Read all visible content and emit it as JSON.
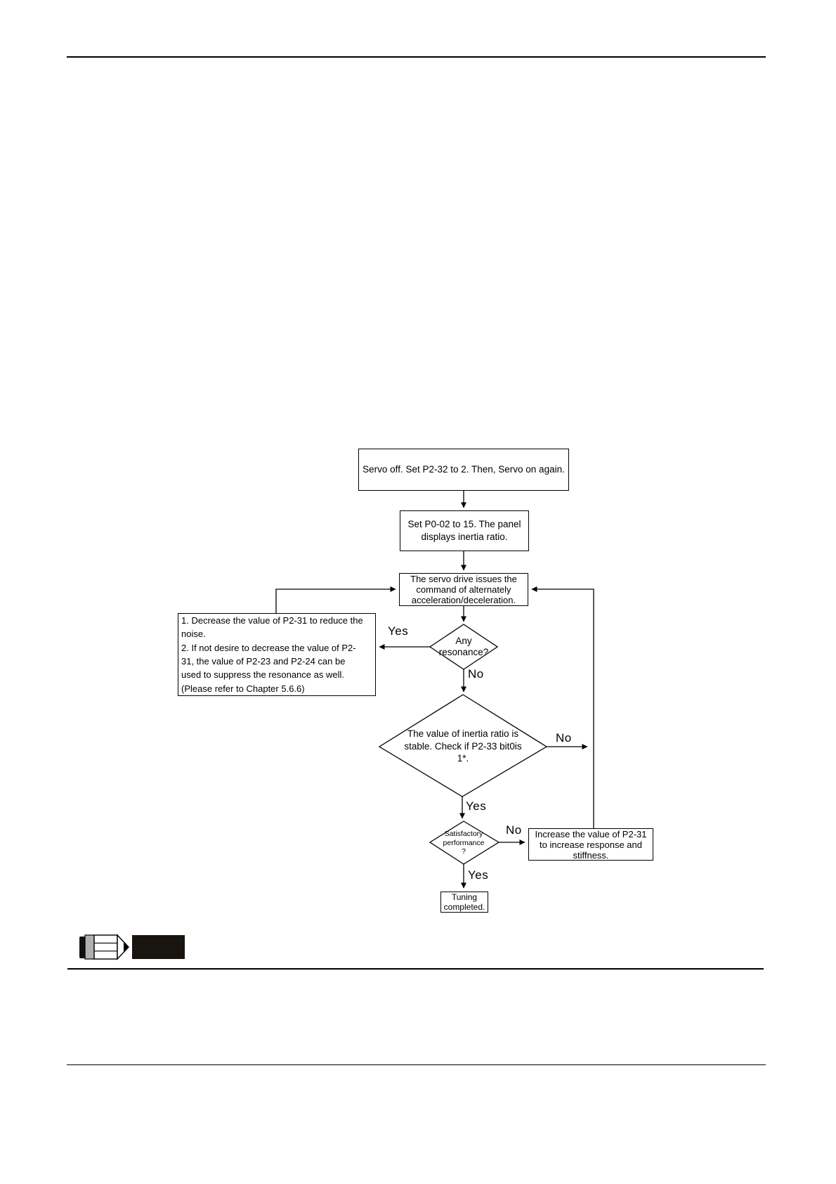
{
  "page": {
    "background": "#ffffff",
    "ink": "#000000",
    "pencil_gray": "#b0b0b0",
    "note_box_color": "#181410"
  },
  "flowchart": {
    "step_servo_off": "Servo off. Set P2-32 to 2. Then, Servo on again.",
    "step_set_p002": [
      "Set P0-02 to 15. The panel",
      "displays inertia ratio."
    ],
    "step_servo_command": [
      "The servo drive issues the",
      "command of alternately",
      "acceleration/deceleration."
    ],
    "decision_resonance": [
      "Any",
      "resonance?"
    ],
    "action_suppress_resonance": [
      "1. Decrease the value of P2-31 to reduce the",
      "noise.",
      "2. If not desire to decrease the value of P2-",
      "31, the value of P2-23 and P2-24 can be",
      "used to suppress the resonance as well.",
      "(Please refer to Chapter 5.6.6)"
    ],
    "decision_inertia_stable": [
      "The value of inertia ratio is",
      "stable.  Check if P2-33 bit0is",
      "1*."
    ],
    "decision_satisfactory": [
      "Satisfactory",
      "performance",
      "?"
    ],
    "action_increase_p231": [
      "Increase the value of P2-31",
      "to increase response and",
      "stiffness."
    ],
    "end_tuning_completed": [
      "Tuning",
      "completed."
    ],
    "labels": {
      "yes_resonance": "Yes",
      "no_resonance": "No",
      "no_inertia": "No",
      "yes_inertia": "Yes",
      "no_satisfactory": "No",
      "yes_satisfactory": "Yes"
    }
  },
  "icons": {
    "note_marker": "pencil-note-icon"
  }
}
